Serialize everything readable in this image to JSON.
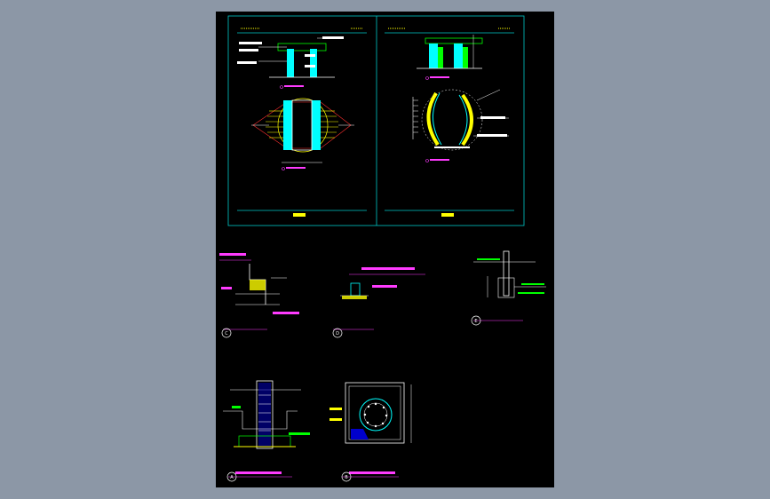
{
  "canvas": {
    "background": "#8c97a6",
    "sheet_color": "#000000"
  },
  "colors": {
    "frame": "#00c8c8",
    "annotation": "#ff3bff",
    "detail": "#ffff00",
    "fill": "#00ffff",
    "green": "#00ff00",
    "white": "#ffffff",
    "red": "#ff3030"
  },
  "details": [
    {
      "marker": "C",
      "name": "detail-c"
    },
    {
      "marker": "D",
      "name": "detail-d"
    },
    {
      "marker": "E",
      "name": "detail-e"
    },
    {
      "marker": "A",
      "name": "detail-a"
    },
    {
      "marker": "B",
      "name": "detail-b"
    }
  ]
}
